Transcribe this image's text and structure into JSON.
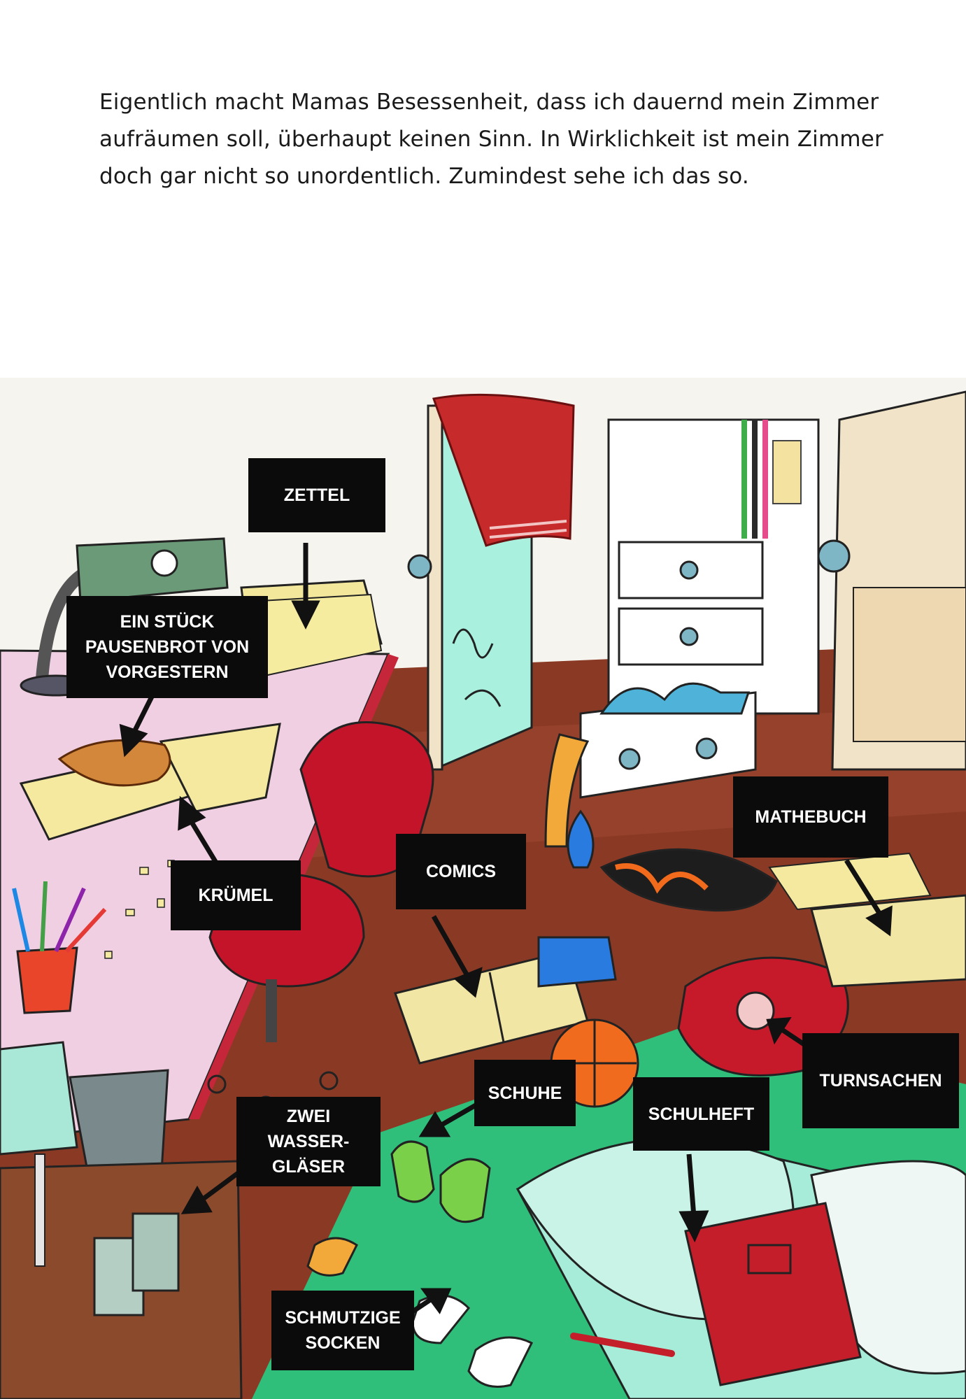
{
  "story": {
    "text": "Eigentlich macht Mamas Besessenheit, dass ich dauernd mein Zimmer aufräumen soll, überhaupt keinen Sinn. In Wirklichkeit ist mein Zimmer doch gar nicht so unordentlich. Zumindest sehe ich das so."
  },
  "labels": {
    "zettel": "ZETTEL",
    "pausenbrot": "EIN STÜCK\nPAUSENBROT VON\nVORGESTERN",
    "kruemel": "KRÜMEL",
    "comics": "COMICS",
    "mathebuch": "MATHEBUCH",
    "wasserglaeser": "ZWEI WASSER-\nGLÄSER",
    "schuhe": "SCHUHE",
    "schulheft": "SCHULHEFT",
    "turnsachen": "TURNSACHEN",
    "socken": "SCHMUTZIGE\nSOCKEN"
  },
  "palette": {
    "floor": "#8a3a24",
    "rug": "#2fbf7a",
    "wall": "#f4f2ec",
    "desk": "#f1cfe3",
    "cupboard": "#f0e3c8",
    "chair": "#c4142a",
    "bedsheet": "#a7ecd8",
    "label_bg": "#0b0b0b",
    "label_text": "#ffffff"
  }
}
